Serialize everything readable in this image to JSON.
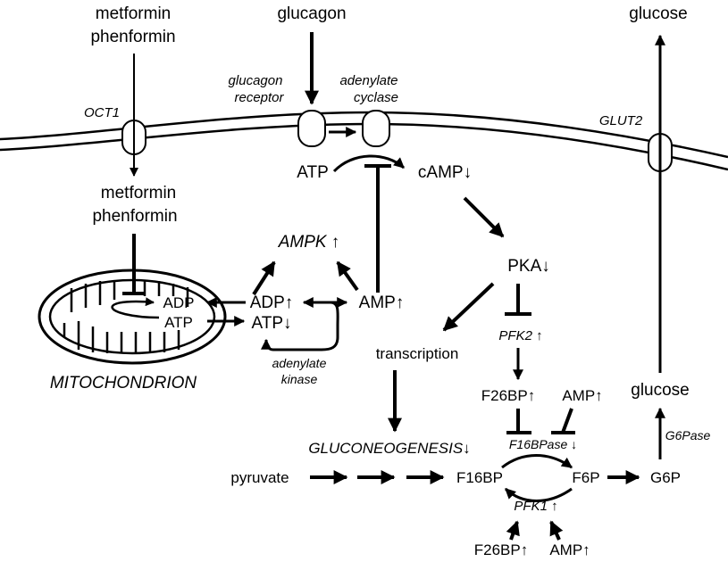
{
  "inputs": {
    "metformin_top_1": "metformin",
    "metformin_top_2": "phenformin",
    "glucagon": "glucagon",
    "glucose_out": "glucose"
  },
  "membrane": {
    "oct1": "OCT1",
    "glucagon_receptor_1": "glucagon",
    "glucagon_receptor_2": "receptor",
    "adenylate_cyclase_1": "adenylate",
    "adenylate_cyclase_2": "cyclase",
    "glut2": "GLUT2"
  },
  "cytosol": {
    "metformin_in_1": "metformin",
    "metformin_in_2": "phenformin",
    "atp_to_camp": "ATP",
    "camp": "cAMP↓",
    "pka": "PKA↓",
    "ampk": "AMPK ↑",
    "adp_cyt": "ADP↑",
    "atp_cyt": "ATP↓",
    "amp_cyt": "AMP↑",
    "adenylate_kinase_1": "adenylate",
    "adenylate_kinase_2": "kinase",
    "transcription": "transcription",
    "pfk2": "PFK2 ↑",
    "f26bp_1": "F26BP↑",
    "amp_1": "AMP↑",
    "f16bpase": "F16BPase ↓",
    "gluconeogenesis": "GLUCONEOGENESIS↓",
    "pyruvate": "pyruvate",
    "f16bp": "F16BP",
    "f6p": "F6P",
    "g6p": "G6P",
    "g6pase": "G6Pase",
    "glucose_in": "glucose",
    "pfk1": "PFK1 ↑",
    "f26bp_2": "F26BP↑",
    "amp_2": "AMP↑"
  },
  "mitochondrion": {
    "label": "MITOCHONDRION",
    "adp": "ADP",
    "atp": "ATP"
  }
}
